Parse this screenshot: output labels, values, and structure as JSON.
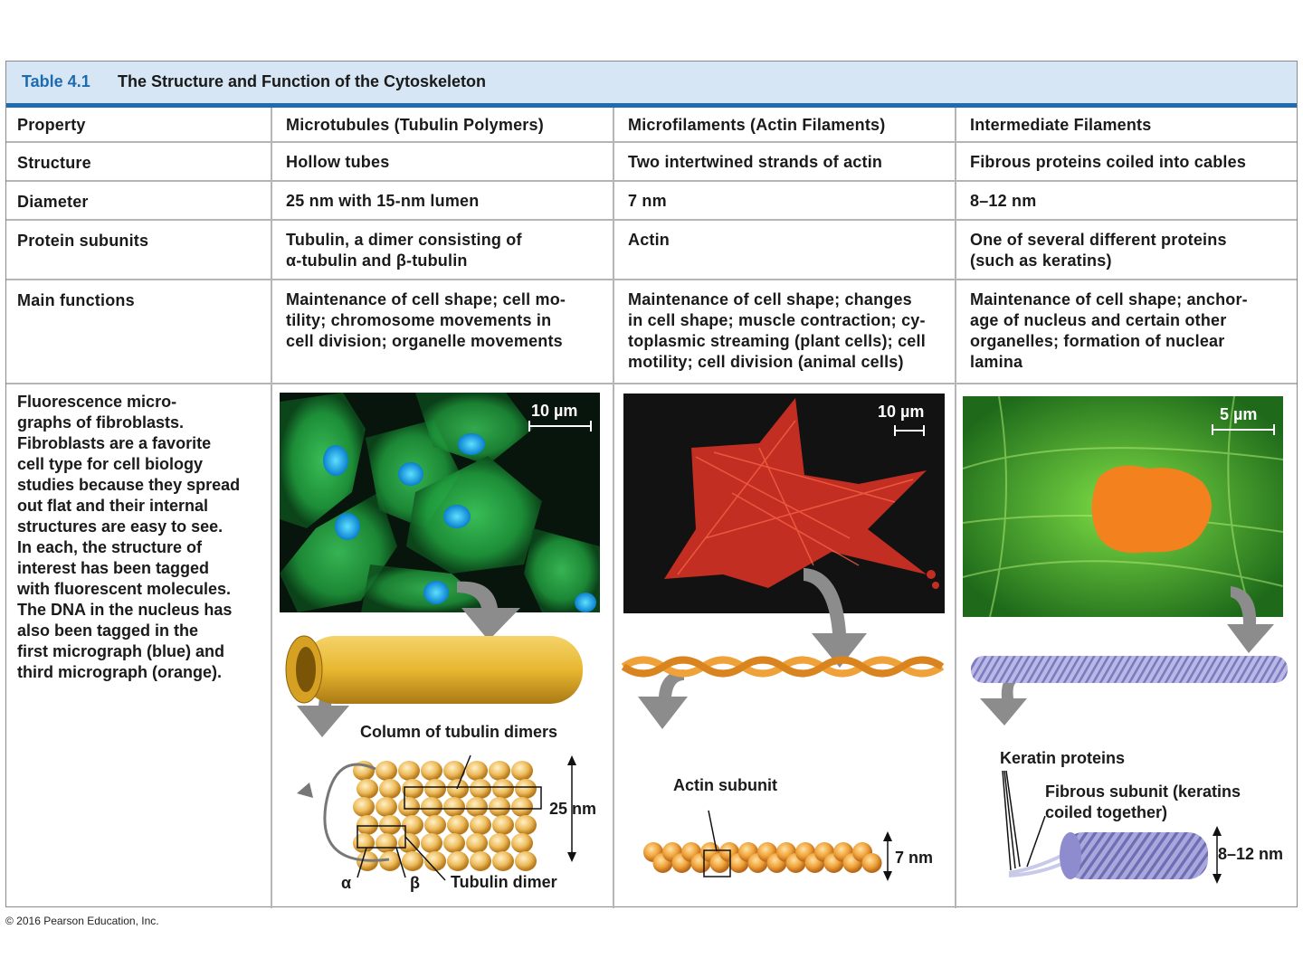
{
  "table": {
    "number": "Table 4.1",
    "title": "The Structure and Function of the Cytoskeleton",
    "columns": [
      "Property",
      "Microtubules (Tubulin Polymers)",
      "Microfilaments (Actin Filaments)",
      "Intermediate Filaments"
    ],
    "rows": [
      {
        "property": "Structure",
        "microtubules": [
          "Hollow tubes"
        ],
        "microfilaments": [
          "Two intertwined strands of actin"
        ],
        "intermediate": [
          "Fibrous proteins coiled into cables"
        ]
      },
      {
        "property": "Diameter",
        "microtubules": [
          "25 nm with 15-nm lumen"
        ],
        "microfilaments": [
          "7 nm"
        ],
        "intermediate": [
          "8–12 nm"
        ]
      },
      {
        "property": "Protein subunits",
        "microtubules": [
          "Tubulin, a dimer consisting of",
          "α-tubulin and β-tubulin"
        ],
        "microfilaments": [
          "Actin"
        ],
        "intermediate": [
          "One of several different proteins",
          "(such as keratins)"
        ]
      },
      {
        "property": "Main functions",
        "microtubules": [
          "Maintenance of cell shape; cell mo-",
          "tility; chromosome movements in",
          "cell division; organelle movements"
        ],
        "microfilaments": [
          "Maintenance of cell shape; changes",
          "in cell shape; muscle contraction; cy-",
          "toplasmic streaming (plant cells); cell",
          "motility; cell division (animal cells)"
        ],
        "intermediate": [
          "Maintenance of cell shape; anchor-",
          "age of nucleus and certain other",
          "organelles; formation of nuclear",
          "lamina"
        ]
      }
    ]
  },
  "fluorescence_caption": [
    "Fluorescence micro-",
    "graphs of fibroblasts.",
    "Fibroblasts are a favorite",
    "cell type for cell biology",
    "studies because they spread",
    "out flat and their internal",
    "structures are easy to see.",
    "In each, the structure of",
    "interest has been tagged",
    "with fluorescent molecules.",
    "The DNA in the nucleus has",
    "also been tagged in the",
    "first micrograph (blue) and",
    "third micrograph (orange)."
  ],
  "micrographs": {
    "microtubules": {
      "scale": "10 µm"
    },
    "microfilaments": {
      "scale": "10 µm"
    },
    "intermediate": {
      "scale": "5 µm"
    }
  },
  "diagrams": {
    "microtubule": {
      "column_label": "Column of tubulin dimers",
      "size_label": "25 nm",
      "alpha": "α",
      "beta": "β",
      "dimer_label": "Tubulin dimer"
    },
    "actin": {
      "subunit_label": "Actin subunit",
      "size_label": "7 nm"
    },
    "intermediate": {
      "keratin_label": "Keratin proteins",
      "fibrous_label_1": "Fibrous subunit (keratins",
      "fibrous_label_2": "coiled together)",
      "size_label": "8–12 nm"
    }
  },
  "colors": {
    "header_bg": "#d6e6f4",
    "accent_blue": "#1f6bb0",
    "tubulin_gold": "#e8b730",
    "actin_orange": "#f0a23a",
    "filament_purple": "#a9a8dc"
  },
  "copyright": "© 2016 Pearson Education, Inc."
}
